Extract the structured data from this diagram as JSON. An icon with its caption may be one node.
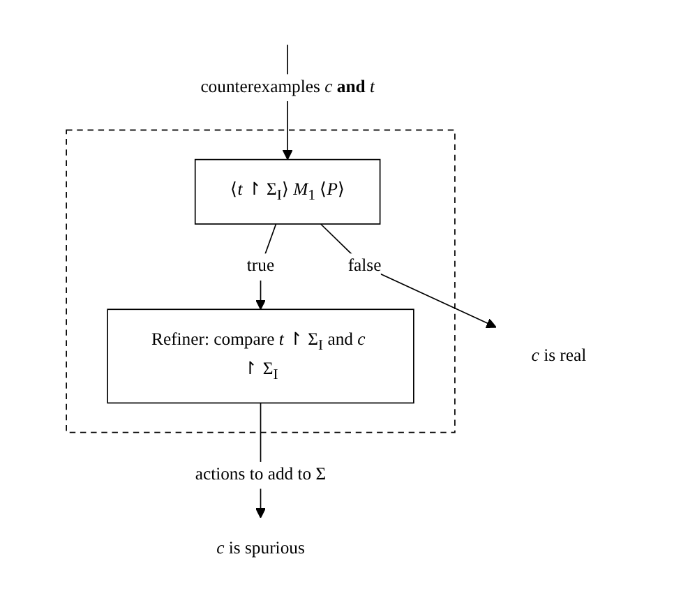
{
  "diagram": {
    "nodes": [
      {
        "text": [],
        "shape": "box"
      },
      {
        "text": [
          "⟨*t* ↾ Σ$_{I}$⟩ *M*$_{1}$ ⟨*P*⟩"
        ],
        "in": 0
      },
      {
        "text": [
          "Refiner: compare *t* ↾ Σ$_{I}$ and *c* ↾ Σ$_{I}$"
        ],
        "in": 0
      },
      {
        "text": [
          "*c* is real"
        ]
      },
      {
        "text": [
          "*c* is spurious"
        ]
      }
    ],
    "edges": [
      {
        "from": null,
        "to": 1,
        "arrow": "to",
        "label": "counterexamples *c* **and** *t*"
      },
      {
        "from": 1,
        "to": 2,
        "arrow": "to",
        "label": "true"
      },
      {
        "from": 1,
        "to": 3,
        "arrow": "to",
        "label": "false"
      },
      {
        "from": 2,
        "to": 4,
        "arrow": "to",
        "label": "actions to add to Σ"
      }
    ]
  }
}
